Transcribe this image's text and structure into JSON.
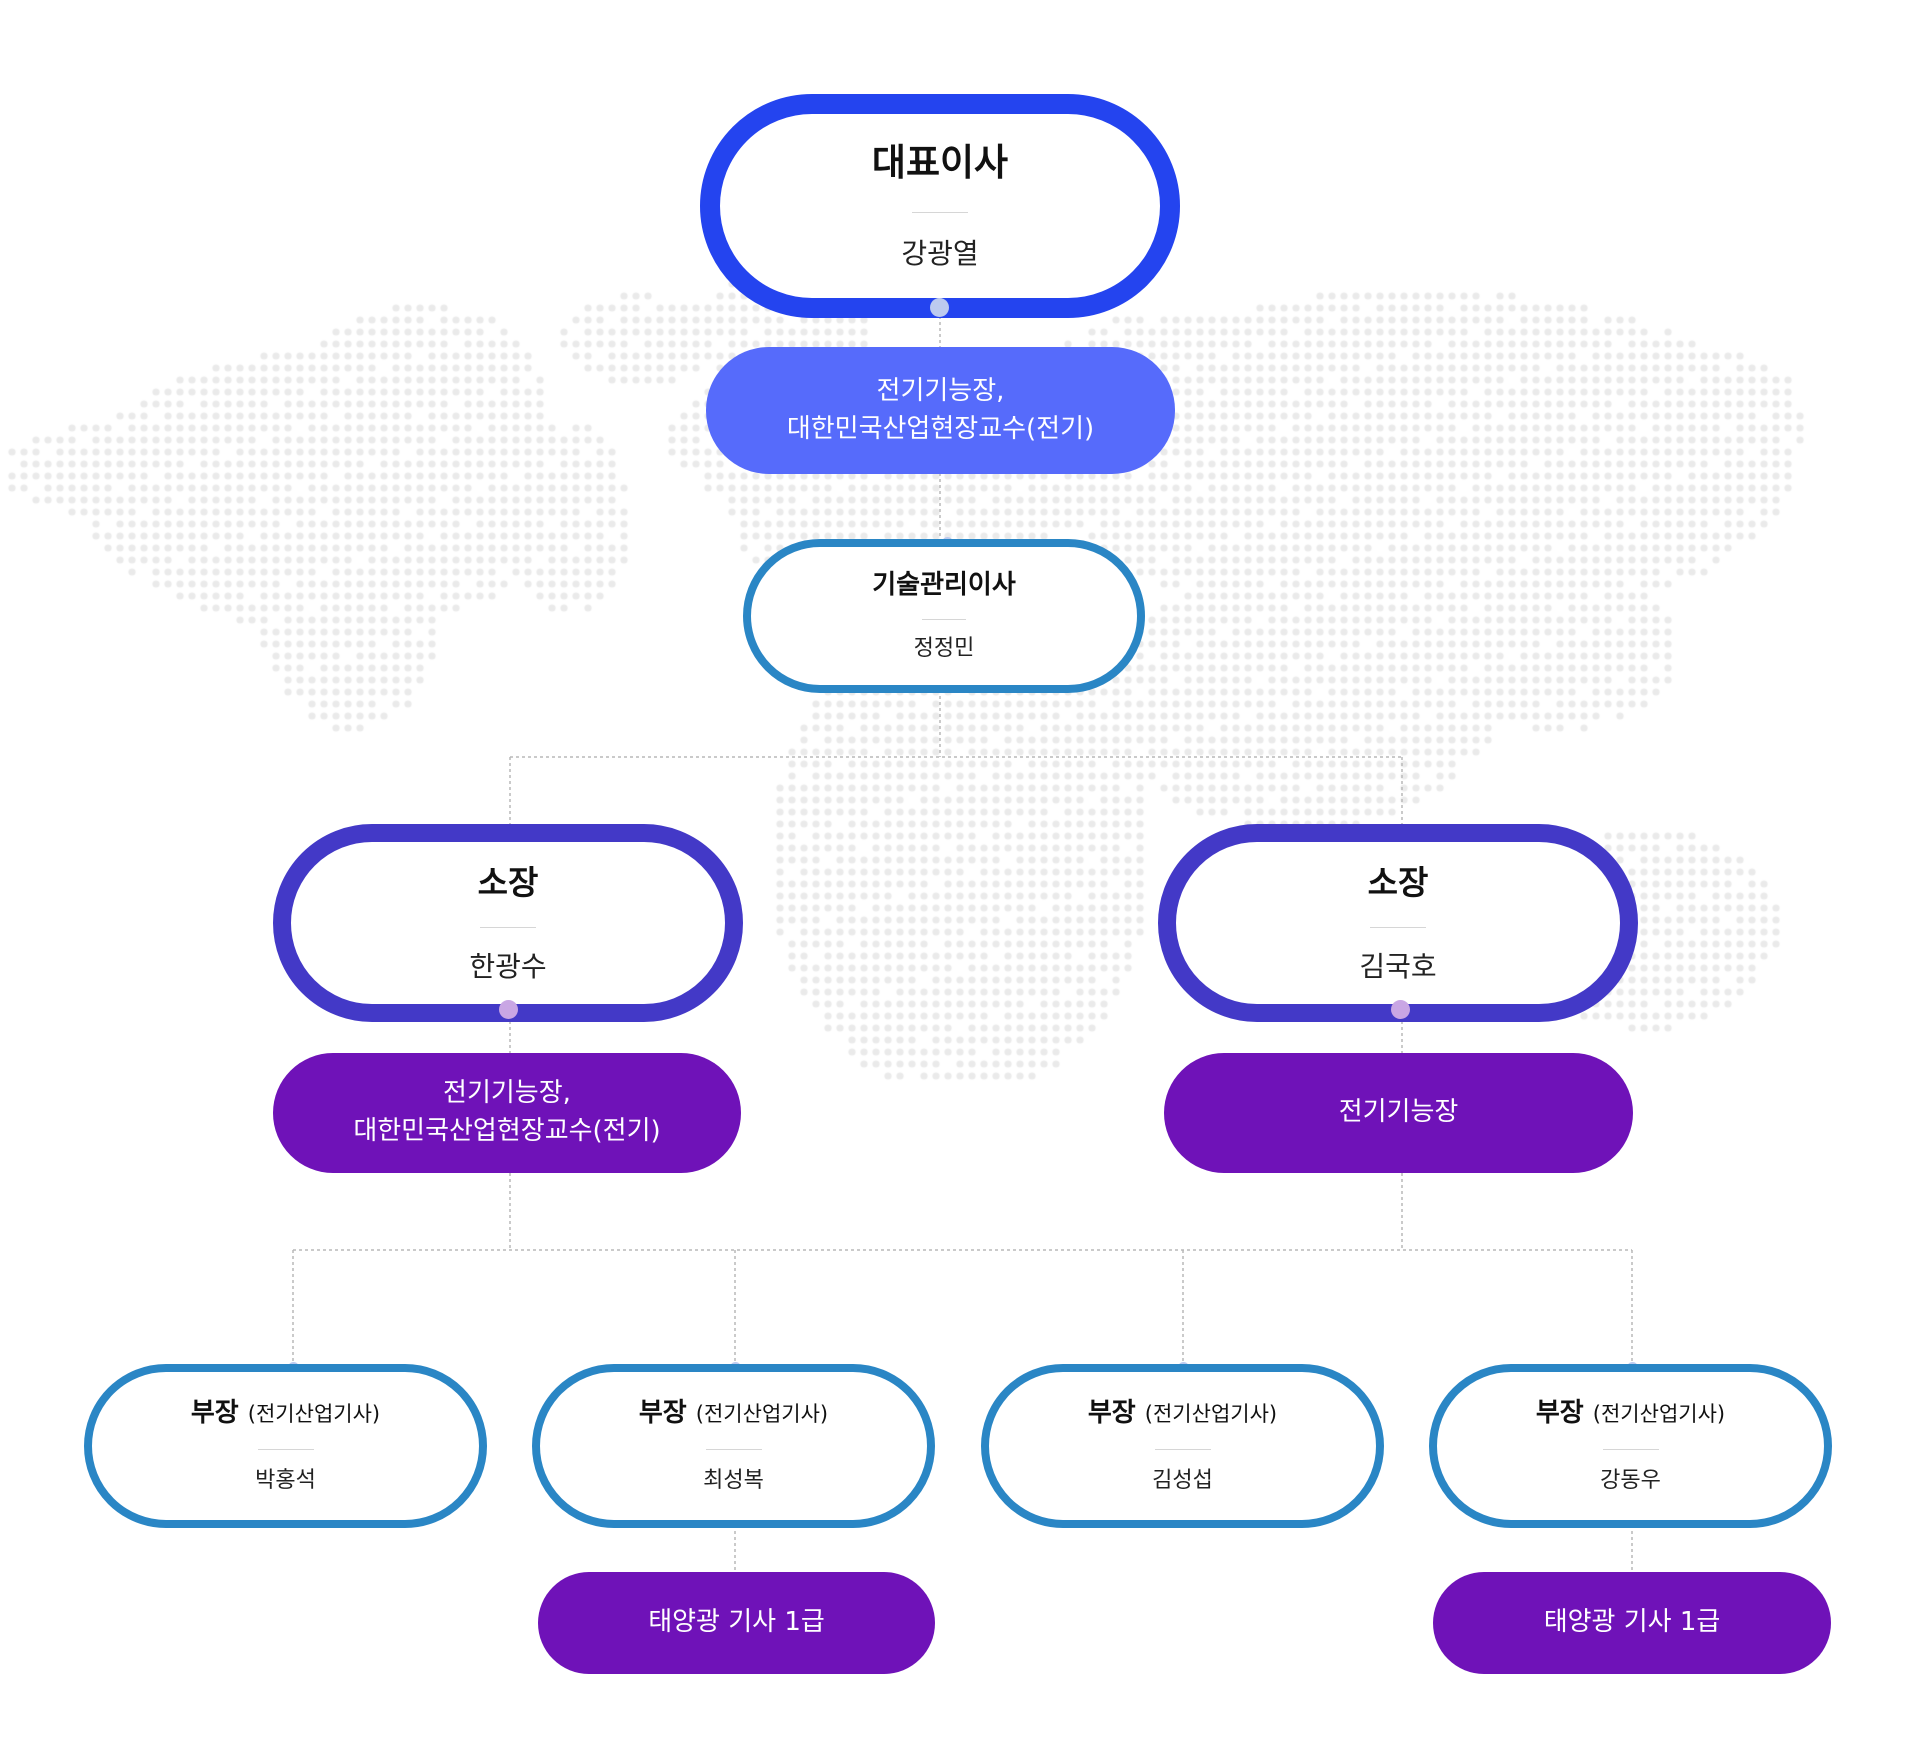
{
  "ceo": {
    "title": "대표이사",
    "name": "강광열",
    "cert_line1": "전기기능장,",
    "cert_line2": "대한민국산업현장교수(전기)"
  },
  "tech_director": {
    "title": "기술관리이사",
    "name": "정정민"
  },
  "managers": [
    {
      "title": "소장",
      "name": "한광수",
      "cert_line1": "전기기능장,",
      "cert_line2": "대한민국산업현장교수(전기)"
    },
    {
      "title": "소장",
      "name": "김국호",
      "cert_line1": "전기기능장"
    }
  ],
  "staff": [
    {
      "title": "부장",
      "sub": "(전기산업기사)",
      "name": "박홍석"
    },
    {
      "title": "부장",
      "sub": "(전기산업기사)",
      "name": "최성복",
      "cert": "태양광 기사 1급"
    },
    {
      "title": "부장",
      "sub": "(전기산업기사)",
      "name": "김성섭"
    },
    {
      "title": "부장",
      "sub": "(전기산업기사)",
      "name": "강동우",
      "cert": "태양광 기사 1급"
    }
  ],
  "colors": {
    "ceo_border": "#2444ef",
    "ceo_cert": "#566bfb",
    "tech_border": "#2a86c5",
    "manager_border": "#4339c7",
    "purple_cert": "#6f12b8",
    "staff_border": "#2a86c5",
    "connector_dot_light": "#bccaef",
    "connector_dot_purple": "#c9a6e4",
    "map_dot": "#eaeaea"
  }
}
